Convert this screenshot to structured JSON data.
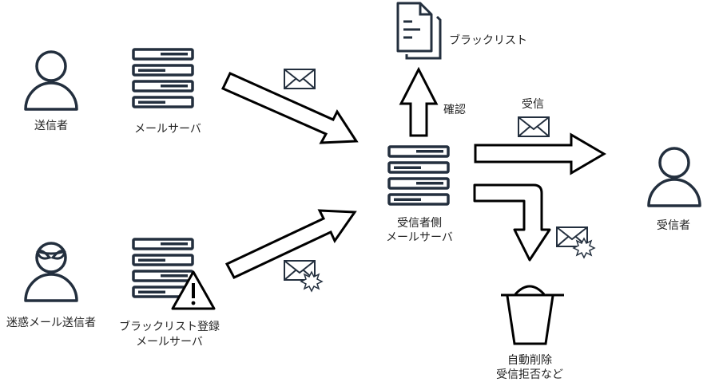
{
  "diagram": {
    "title": "",
    "colors": {
      "icon_stroke": "#232f3e",
      "arrow_stroke": "#000000",
      "arrow_fill": "#ffffff",
      "text": "#222222"
    },
    "nodes": {
      "sender": {
        "label": "送信者",
        "icon": "user-icon"
      },
      "sender_server": {
        "label": "メールサーバ",
        "icon": "server-icon"
      },
      "spammer": {
        "label": "迷惑メール送信者",
        "icon": "masked-user-icon"
      },
      "blacklisted_server": {
        "label_line1": "ブラックリスト登録",
        "label_line2": "メールサーバ",
        "icon": "server-warning-icon"
      },
      "blacklist": {
        "label": "ブラックリスト",
        "icon": "document-icon"
      },
      "receiver_server": {
        "label_line1": "受信者側",
        "label_line2": "メールサーバ",
        "icon": "server-icon"
      },
      "recipient": {
        "label": "受信者",
        "icon": "user-icon"
      },
      "trash": {
        "label_line1": "自動削除",
        "label_line2": "受信拒否など",
        "icon": "trash-icon"
      }
    },
    "edges": {
      "check": {
        "label": "確認",
        "from": "receiver_server",
        "to": "blacklist"
      },
      "receive": {
        "label": "受信",
        "from": "receiver_server",
        "to": "recipient",
        "icon": "envelope-icon"
      },
      "legit_send": {
        "from": "sender_server",
        "to": "receiver_server",
        "icon": "envelope-icon"
      },
      "spam_send": {
        "from": "blacklisted_server",
        "to": "receiver_server",
        "icon": "spam-envelope-icon"
      },
      "reject": {
        "from": "receiver_server",
        "to": "trash",
        "icon": "spam-envelope-icon"
      }
    }
  }
}
